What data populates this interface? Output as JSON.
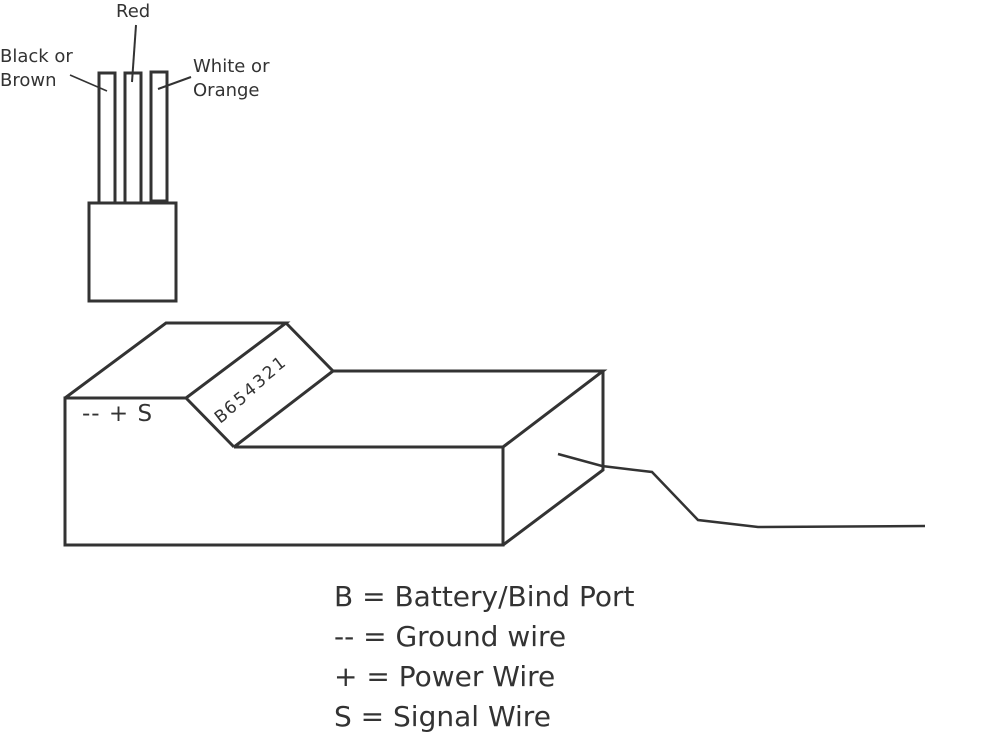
{
  "connector": {
    "wire_labels": {
      "left": [
        "Black or",
        "Brown"
      ],
      "middle": "Red",
      "right": [
        "White or",
        "Orange"
      ]
    }
  },
  "receiver": {
    "servo_pins_label": "-- + S",
    "channel_label": "B654321",
    "channel_chars": [
      "B",
      "6",
      "5",
      "4",
      "3",
      "2",
      "1"
    ]
  },
  "legend": [
    "B = Battery/Bind Port",
    "-- = Ground wire",
    "+ = Power Wire",
    "S = Signal Wire"
  ],
  "colors": {
    "stroke": "#333333",
    "background": "#ffffff"
  }
}
